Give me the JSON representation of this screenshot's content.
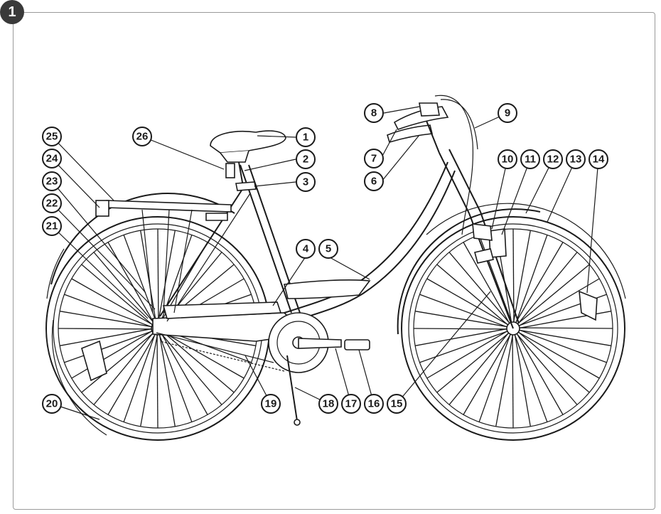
{
  "figure": {
    "number": "1"
  },
  "callouts": [
    {
      "label": "1"
    },
    {
      "label": "2"
    },
    {
      "label": "3"
    },
    {
      "label": "4"
    },
    {
      "label": "5"
    },
    {
      "label": "6"
    },
    {
      "label": "7"
    },
    {
      "label": "8"
    },
    {
      "label": "9"
    },
    {
      "label": "10"
    },
    {
      "label": "11"
    },
    {
      "label": "12"
    },
    {
      "label": "13"
    },
    {
      "label": "14"
    },
    {
      "label": "15"
    },
    {
      "label": "16"
    },
    {
      "label": "17"
    },
    {
      "label": "18"
    },
    {
      "label": "19"
    },
    {
      "label": "20"
    },
    {
      "label": "21"
    },
    {
      "label": "22"
    },
    {
      "label": "23"
    },
    {
      "label": "24"
    },
    {
      "label": "25"
    },
    {
      "label": "26"
    }
  ]
}
